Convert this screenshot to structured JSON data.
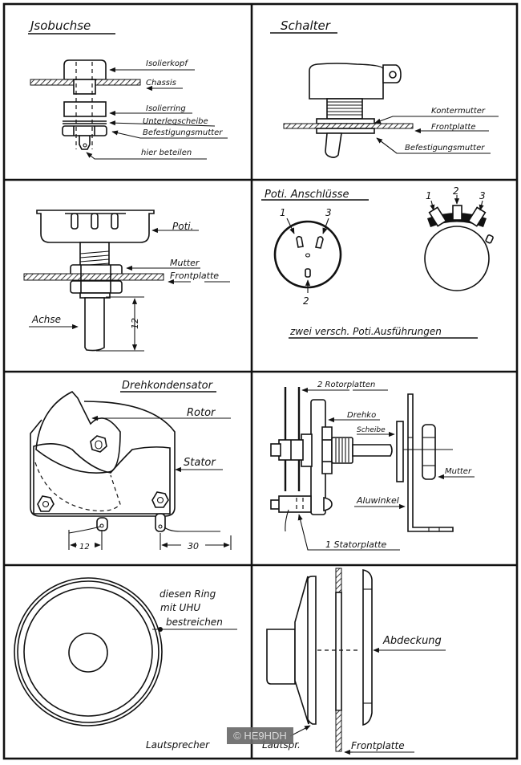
{
  "panels": {
    "isobuchse": {
      "title": "Jsobuchse",
      "labels": {
        "isolierkopf": "Isolierkopf",
        "chassis": "Chassis",
        "isolierring": "Isolierring",
        "unterlegscheibe": "Unterlegscheibe",
        "befestigungsmutter": "Befestigungsmutter",
        "hier_beteilen": "hier beteilen"
      }
    },
    "schalter": {
      "title": "Schalter",
      "labels": {
        "kontermutter": "Kontermutter",
        "frontplatte": "Frontplatte",
        "befestigungsmutter": "Befestigungsmutter"
      }
    },
    "poti": {
      "labels": {
        "poti": "Poti.",
        "mutter": "Mutter",
        "frontplatte": "Frontplatte",
        "achse": "Achse",
        "dimension": "12"
      }
    },
    "poti_anschluesse": {
      "title": "Poti. Anschlüsse",
      "pins_left": [
        "1",
        "3",
        "2"
      ],
      "pins_right": [
        "1",
        "2",
        "3"
      ],
      "caption": "zwei versch. Poti.Ausführungen"
    },
    "drehkondensator": {
      "title": "Drehkondensator",
      "labels": {
        "rotor": "Rotor",
        "stator": "Stator",
        "dim_left": "12",
        "dim_right": "30"
      }
    },
    "drehko_assembly": {
      "labels": {
        "rotorplatten": "2 Rotorplatten",
        "drehko": "Drehko",
        "scheibe": "Scheibe",
        "mutter": "Mutter",
        "aluwinkel": "Aluwinkel",
        "statorplatte": "1 Statorplatte"
      }
    },
    "lautsprecher": {
      "labels": {
        "ring_line1": "diesen Ring",
        "ring_line2": "mit  UHU",
        "ring_line3": "bestreichen",
        "lautsprecher": "Lautsprecher"
      }
    },
    "lautsprecher_mount": {
      "labels": {
        "abdeckung": "Abdeckung",
        "lautspr": "Lautspr.",
        "frontplatte": "Frontplatte"
      }
    }
  },
  "watermark": "© HE9HDH"
}
